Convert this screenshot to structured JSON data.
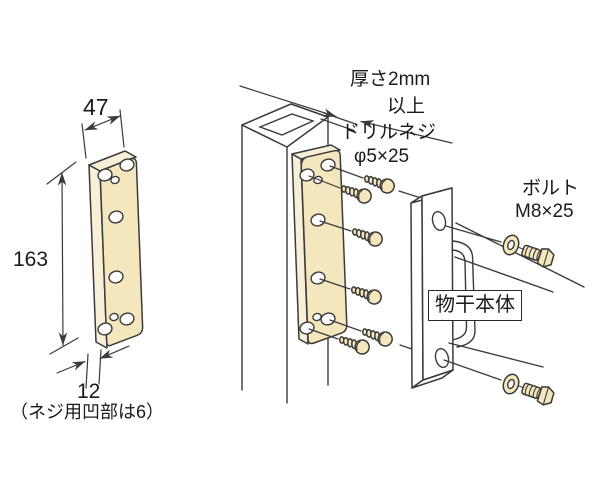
{
  "diagram": {
    "colors": {
      "background": "#ffffff",
      "line_color": "#3a3a3a",
      "part_fill": "#f4e6bd",
      "part_top_fill": "#f8efd8"
    },
    "plate_detail_figure": {
      "width_label": "47",
      "height_label": "163",
      "thickness_label": "12",
      "thickness_note": "（ネジ用凹部は6）"
    },
    "assembly_figure": {
      "wall_thickness_note_line1": "厚さ2mm",
      "wall_thickness_note_line2": "以上",
      "drill_screw_note_line1": "ドリルネジ",
      "drill_screw_note_line2": "φ5×25",
      "bolt_note_line1": "ボルト",
      "bolt_note_line2": "M8×25",
      "body_label": "物干本体"
    }
  }
}
